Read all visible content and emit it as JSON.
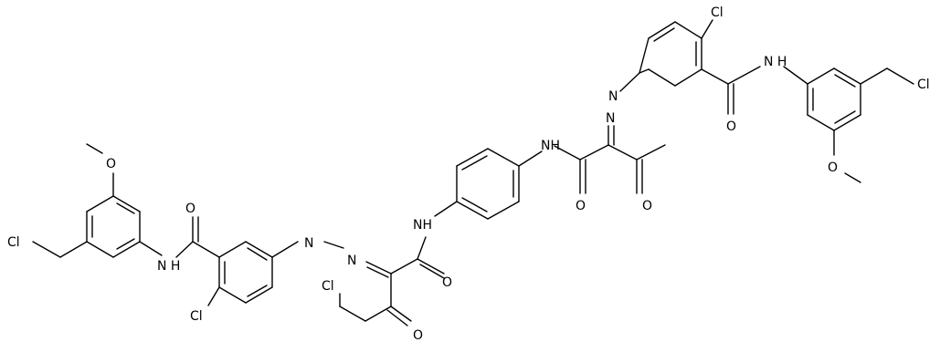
{
  "labels": {
    "o_methoxy_left": "O",
    "cl_ch2_left": "Cl",
    "nh_amide_left": "N H",
    "o_amide_left": "O",
    "cl_ring_left": "Cl",
    "n_azo_left_1": "N",
    "n_azo_left_2": "N",
    "nh_amide_mid_left": "NH",
    "o_amide_mid_left": "O",
    "cl_chain": "Cl",
    "o_ketone_left": "O",
    "nh_amide_mid_right": "NH",
    "o_amide_mid_right": "O",
    "o_ketone_right": "O",
    "n_azo_right_1": "N",
    "n_azo_right_2": "N",
    "cl_ring_right": "Cl",
    "o_amide_right": "O",
    "nh_amide_right": "N H",
    "cl_ch2_right": "Cl",
    "o_methoxy_right": "O"
  }
}
